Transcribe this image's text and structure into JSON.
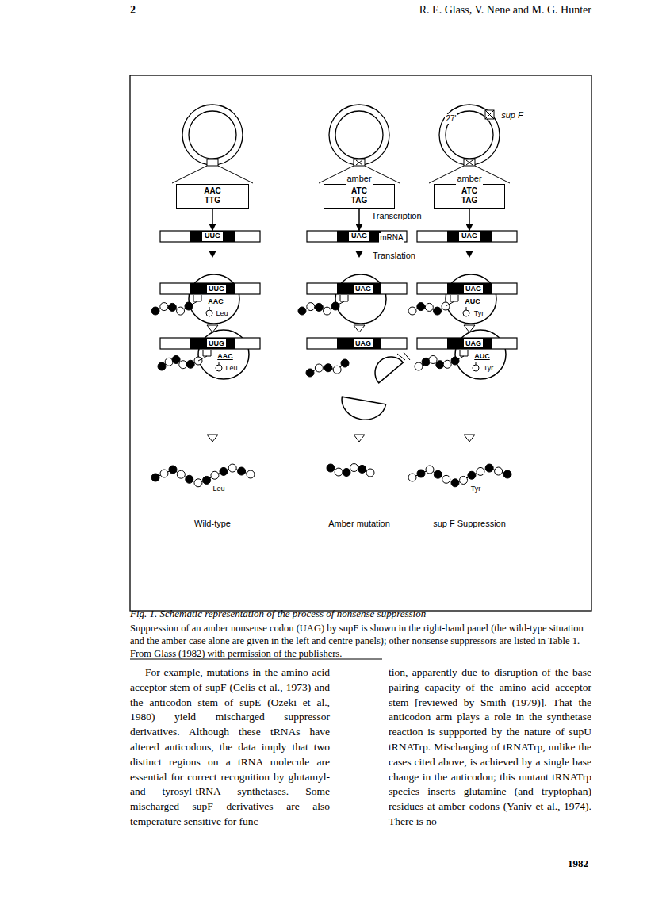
{
  "diagram": {
    "caption": "Fig. 1. Schematic representation of the process of nonsense suppression",
    "nodes": [
      {
        "text": [
          "AAC",
          "TTG"
        ]
      },
      {
        "text": [
          "ATC",
          "TAG"
        ]
      },
      {
        "text": [
          "ATC",
          "TAG"
        ]
      },
      {
        "text": [
          "UUG"
        ]
      },
      {
        "text": [
          "UAG"
        ]
      },
      {
        "text": [
          "UAG"
        ]
      }
    ],
    "edges": [
      {
        "from": 0,
        "to": 3,
        "arrow": "to"
      },
      {
        "from": 1,
        "to": 4,
        "arrow": "to"
      },
      {
        "from": 2,
        "to": 5,
        "arrow": "to"
      }
    ],
    "labels": [
      "2",
      "R. E. Glass, V. Nene and M. G. Hunter",
      "amber",
      "27'",
      "sup F",
      "amber",
      "Transcription",
      "mRNA",
      "Translation",
      "UUG",
      "AAC",
      "Leu",
      "UAG",
      "UAG",
      "AUC",
      "Tyr",
      "UUG",
      "AAC",
      "Leu",
      "UAG",
      "UAG",
      "AUC",
      "Tyr",
      "Leu",
      "Tyr",
      "Wild-type",
      "Amber mutation",
      "sup F Suppression",
      "Suppression of an amber nonsense codon (UAG) by supF is shown in the right-hand panel (the wild-type situation and the amber case alone are given in the left and centre panels); other nonsense suppressors are listed in Table 1. From Glass (1982) with permission of the publishers.",
      "For example, mutations in the amino acid acceptor stem of supF (Celis et al., 1973) and the anticodon stem of supE (Ozeki et al., 1980) yield mischarged suppressor derivatives. Although these tRNAs have altered anticodons, the data imply that two distinct regions on a tRNA molecule are essential for correct recognition by glutamyl- and tyrosyl-tRNA synthetases. Some mischarged supF derivatives are also temperature sensitive for func-",
      "tion, apparently due to disruption of the base pairing capacity of the amino acid acceptor stem [reviewed by Smith (1979)]. That the anticodon arm plays a role in the synthetase reaction is suppported by the nature of supU tRNATrp. Mischarging of tRNATrp, unlike the cases cited above, is achieved by a single base change in the anticodon; this mutant tRNATrp species inserts glutamine (and tryptophan) residues at amber codons (Yaniv et al., 1974). There is no",
      "1982"
    ]
  }
}
